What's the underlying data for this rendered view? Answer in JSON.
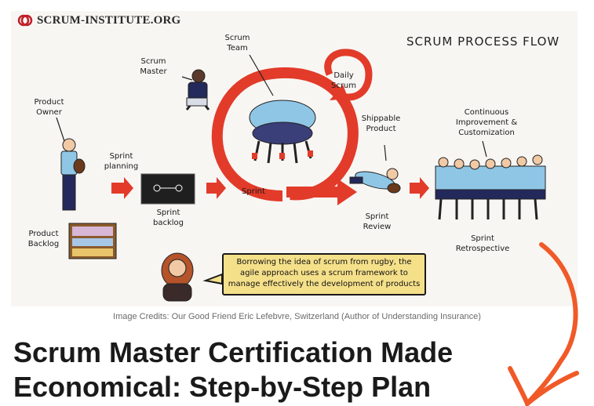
{
  "logo": {
    "text": "SCRUM-INSTITUTE.ORG"
  },
  "diagram": {
    "title": "SCRUM PROCESS FLOW",
    "labels": {
      "product_owner": "Product\nOwner",
      "product_backlog": "Product\nBacklog",
      "sprint_planning": "Sprint\nplanning",
      "sprint_backlog": "Sprint\nbacklog",
      "scrum_master": "Scrum\nMaster",
      "scrum_team": "Scrum\nTeam",
      "daily_scrum": "Daily\nScrum",
      "sprint": "Sprint",
      "shippable_product": "Shippable\nProduct",
      "sprint_review": "Sprint\nReview",
      "continuous_improvement": "Continuous\nImprovement &\nCustomization",
      "sprint_retrospective": "Sprint\nRetrospective"
    },
    "speech": "Borrowing the idea of scrum from rugby, the\nagile approach uses a scrum framework to\nmanage effectively the development of products"
  },
  "credit": "Image Credits: Our Good Friend Eric Lefebvre, Switzerland (Author of Understanding Insurance)",
  "headline": "Scrum Master Certification Made Economical: Step-by-Step Plan",
  "colors": {
    "accent_red": "#e23b2a",
    "shirt_blue": "#8fc6e6",
    "speech_yellow": "#f5e08a",
    "orange_arrow": "#f05a28"
  }
}
